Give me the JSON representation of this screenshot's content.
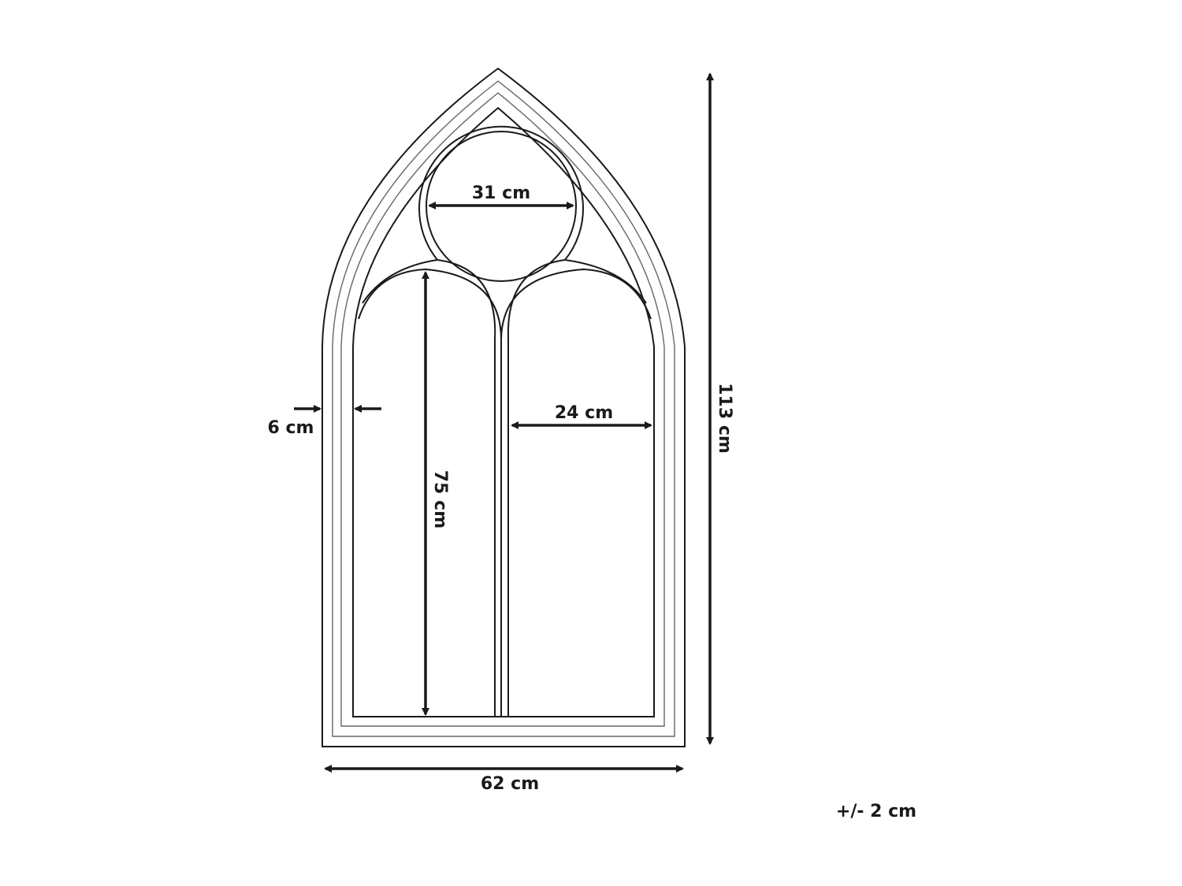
{
  "diagram": {
    "subject": "Gothic arch window mirror frame",
    "colors": {
      "line": "#1a1a1a",
      "gray_line": "#777777",
      "background": "#ffffff"
    },
    "dimensions": {
      "circle_width": "31 cm",
      "arch_height": "75 cm",
      "pane_width": "24 cm",
      "frame_thickness": "6 cm",
      "total_height": "113 cm",
      "total_width": "62 cm"
    },
    "tolerance": "+/- 2 cm"
  }
}
